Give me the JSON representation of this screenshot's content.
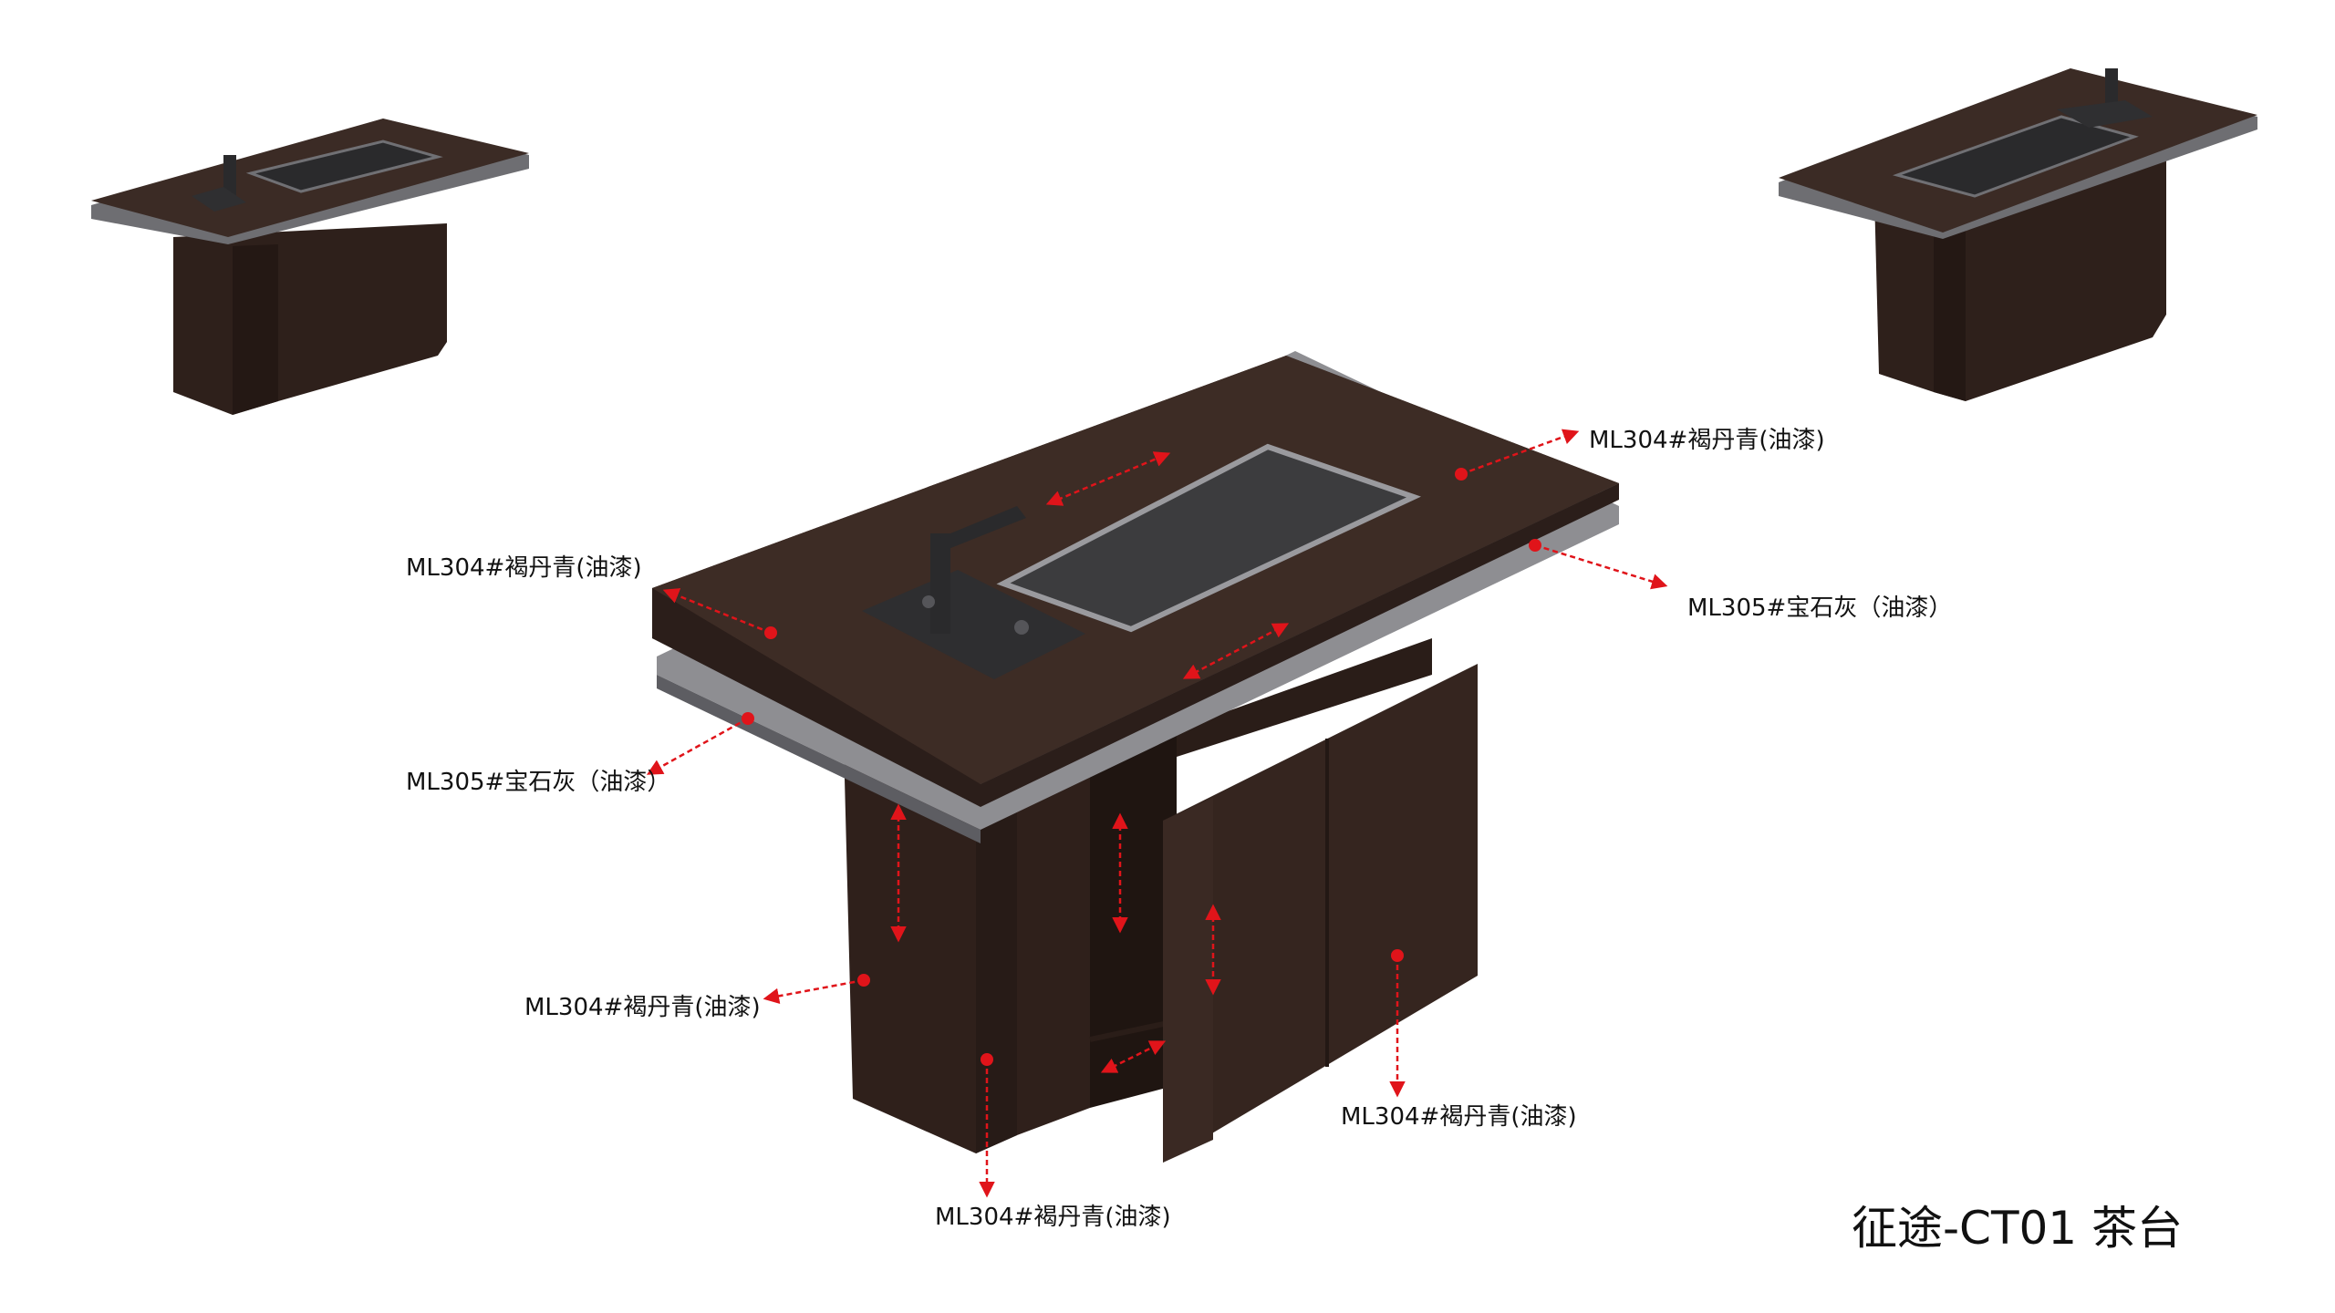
{
  "title": "征途-CT01 茶台",
  "colors": {
    "wood_top": "#3a2a24",
    "wood_side": "#2b1e1a",
    "wood_dark": "#221713",
    "metal": "#8e8e92",
    "metal_dark": "#5d5d62",
    "tray": "#3c3c3e",
    "accent": "#e0141a"
  },
  "callouts": {
    "top_right": "ML304#褐丹青(油漆)",
    "top_left": "ML304#褐丹青(油漆)",
    "edge_right": "ML305#宝石灰（油漆）",
    "edge_left": "ML305#宝石灰（油漆）",
    "body_left": "ML304#褐丹青(油漆)",
    "door_right": "ML304#褐丹青(油漆)",
    "base_front": "ML304#褐丹青(油漆)"
  }
}
